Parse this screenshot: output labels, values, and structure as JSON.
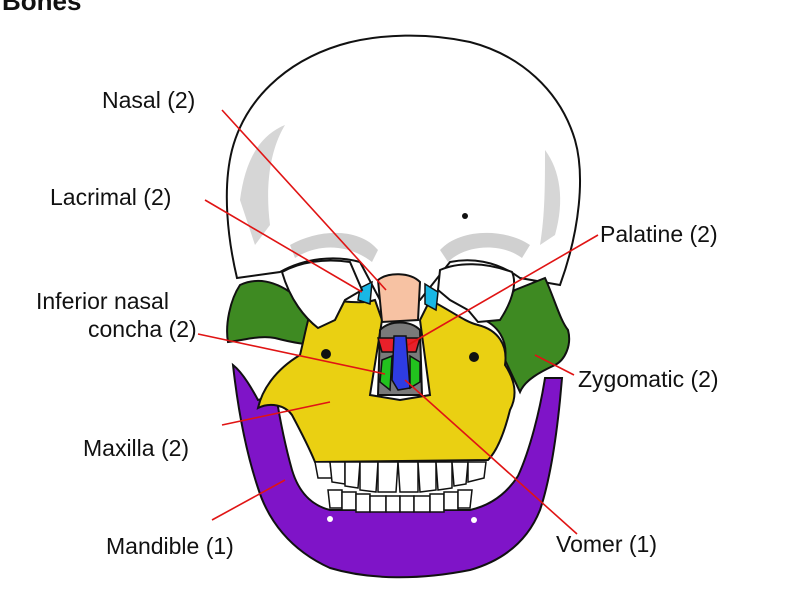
{
  "title": "Bones",
  "labels": {
    "nasal": "Nasal (2)",
    "lacrimal": "Lacrimal (2)",
    "inferior_nasal_line1": "Inferior nasal",
    "inferior_nasal_line2": "concha (2)",
    "maxilla": "Maxilla (2)",
    "mandible": "Mandible (1)",
    "palatine": "Palatine (2)",
    "zygomatic": "Zygomatic (2)",
    "vomer": "Vomer (1)"
  },
  "colors": {
    "mandible": "#7f14c8",
    "maxilla": "#ead012",
    "zygomatic": "#3e8a22",
    "nasal": "#f7c2a3",
    "lacrimal": "#19b7e5",
    "palatine": "#e8202a",
    "vomer": "#2e3ce3",
    "inferior_nasal_concha": "#22c21e",
    "ethmoid_gray": "#7a7a7a",
    "leader_line": "#e01414"
  }
}
